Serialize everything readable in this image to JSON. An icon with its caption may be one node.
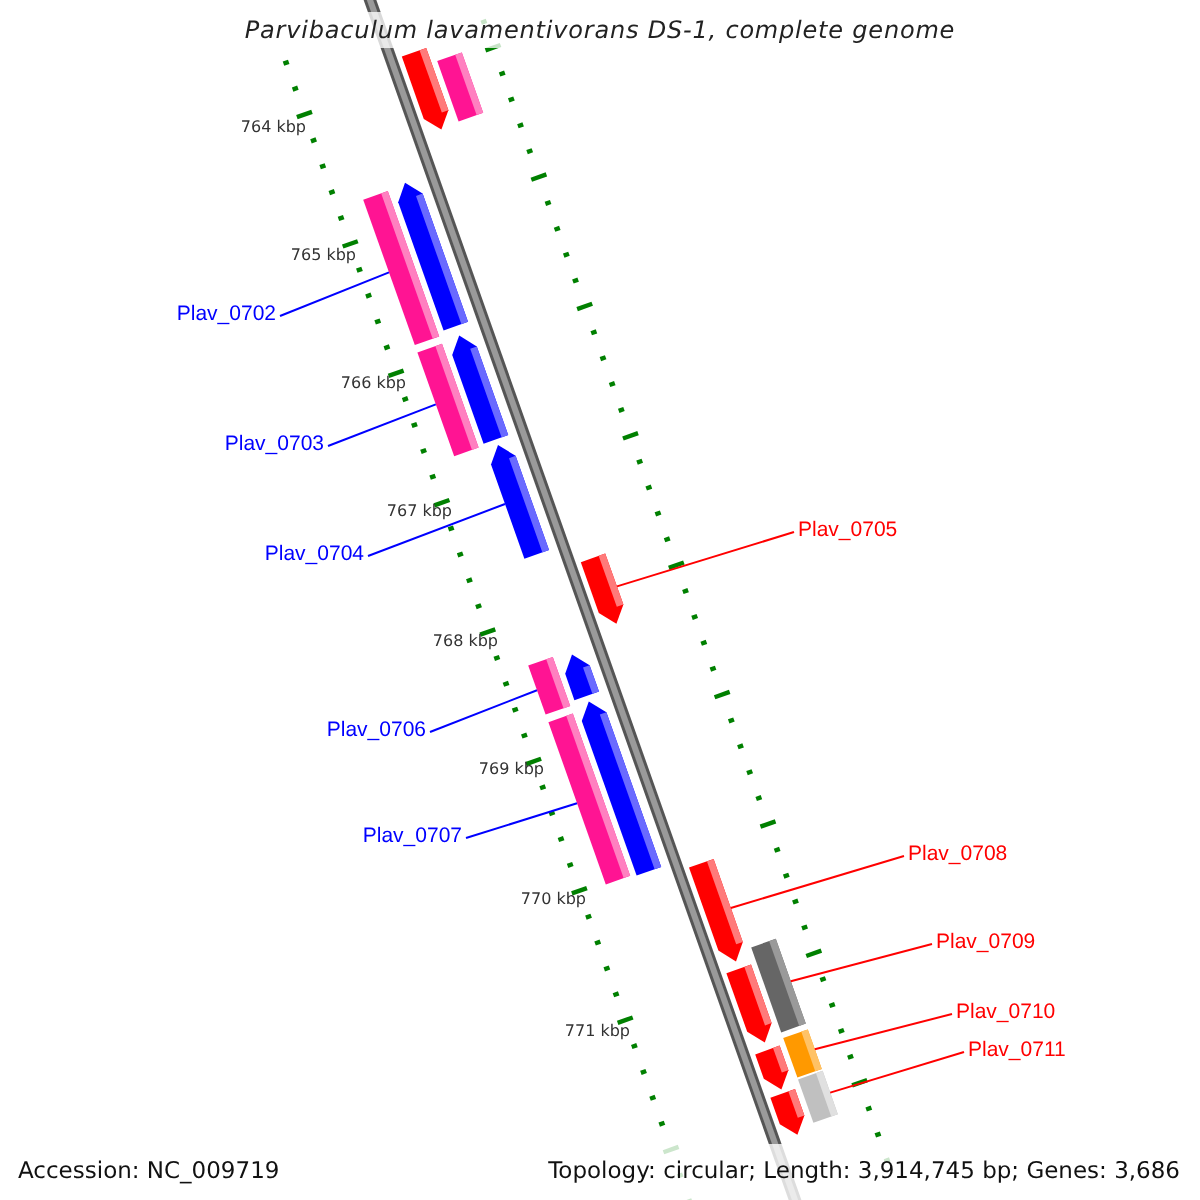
{
  "diagram": {
    "title": "Parvibaculum lavamentivorans DS-1, complete genome",
    "nodes": [
      {
        "text": [
          "Plav_0702"
        ]
      },
      {
        "text": [
          "Plav_0703"
        ]
      },
      {
        "text": [
          "Plav_0704"
        ]
      },
      {
        "text": [
          "Plav_0705"
        ]
      },
      {
        "text": [
          "Plav_0706"
        ]
      },
      {
        "text": [
          "Plav_0707"
        ]
      },
      {
        "text": [
          "Plav_0708"
        ]
      },
      {
        "text": [
          "Plav_0709"
        ]
      },
      {
        "text": [
          "Plav_0710"
        ]
      },
      {
        "text": [
          "Plav_0711"
        ]
      },
      {
        "text": [],
        "shape": "arrow"
      },
      {
        "text": [],
        "shape": "bar"
      },
      {
        "text": [],
        "shape": "arrow"
      },
      {
        "text": [],
        "shape": "bar"
      },
      {
        "text": [],
        "shape": "bar"
      },
      {
        "text": [],
        "shape": "arrow"
      },
      {
        "text": [],
        "shape": "arrow"
      },
      {
        "text": [],
        "shape": "arrow"
      },
      {
        "text": [],
        "shape": "bar"
      },
      {
        "text": [],
        "shape": "arrow"
      },
      {
        "text": [],
        "shape": "arrow"
      },
      {
        "text": [],
        "shape": "bar"
      },
      {
        "text": [],
        "shape": "arrow"
      },
      {
        "text": [],
        "shape": "bar"
      },
      {
        "text": [],
        "shape": "arrow"
      },
      {
        "text": [],
        "shape": "bar"
      },
      {
        "text": [],
        "shape": "arrow"
      },
      {
        "text": [],
        "shape": "bar"
      },
      {
        "text": [],
        "shape": "arrow"
      }
    ],
    "edges": [
      {
        "from": 0,
        "to": 13,
        "arrow": "none",
        "color": "#0000ff"
      },
      {
        "from": 1,
        "to": 14,
        "arrow": "none",
        "color": "#0000ff"
      },
      {
        "from": 2,
        "to": 16,
        "arrow": "none",
        "color": "#0000ff"
      },
      {
        "from": 3,
        "to": 17,
        "arrow": "none",
        "color": "#ff0000"
      },
      {
        "from": 4,
        "to": 18,
        "arrow": "none",
        "color": "#0000ff"
      },
      {
        "from": 5,
        "to": 21,
        "arrow": "none",
        "color": "#0000ff"
      },
      {
        "from": 6,
        "to": 22,
        "arrow": "none",
        "color": "#ff0000"
      },
      {
        "from": 7,
        "to": 23,
        "arrow": "none",
        "color": "#ff0000"
      },
      {
        "from": 8,
        "to": 25,
        "arrow": "none",
        "color": "#ff0000"
      },
      {
        "from": 9,
        "to": 27,
        "arrow": "none",
        "color": "#ff0000"
      }
    ],
    "labels": [
      "764 kbp",
      "765 kbp",
      "766 kbp",
      "767 kbp",
      "768 kbp",
      "769 kbp",
      "770 kbp",
      "771 kbp",
      "Accession: NC_009719",
      "Topology: circular; Length: 3,914,745 bp; Genes: 3,686"
    ]
  }
}
